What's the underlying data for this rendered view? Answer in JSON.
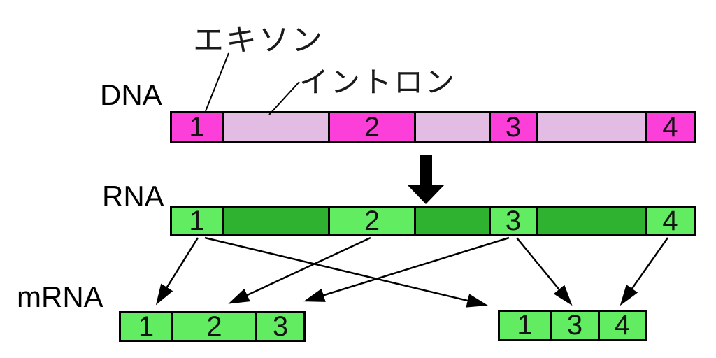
{
  "labels": {
    "exon": "エキソン",
    "intron": "イントロン",
    "dna": "DNA",
    "rna": "RNA",
    "mrna": "mRNA"
  },
  "dna": {
    "exons": [
      "1",
      "2",
      "3",
      "4"
    ]
  },
  "rna": {
    "exons": [
      "1",
      "2",
      "3",
      "4"
    ]
  },
  "mrna": {
    "left": {
      "exons": [
        "1",
        "2",
        "3"
      ]
    },
    "right": {
      "exons": [
        "1",
        "3",
        "4"
      ]
    }
  },
  "splicing_map": [
    {
      "from": "rna-exon-1",
      "to": "mrna-left-exon-1"
    },
    {
      "from": "rna-exon-1",
      "to": "mrna-right-exon-1"
    },
    {
      "from": "rna-exon-2",
      "to": "mrna-left-exon-2"
    },
    {
      "from": "rna-exon-3",
      "to": "mrna-left-exon-3"
    },
    {
      "from": "rna-exon-3",
      "to": "mrna-right-exon-3"
    },
    {
      "from": "rna-exon-4",
      "to": "mrna-right-exon-4"
    }
  ],
  "colors": {
    "dna_exon": "#fb3fd8",
    "dna_intron": "#e3bce3",
    "rna_exon": "#62ec62",
    "rna_intron": "#2fb22f",
    "mrna_exon": "#62ec62",
    "outline": "#000000",
    "arrow": "#000000"
  }
}
